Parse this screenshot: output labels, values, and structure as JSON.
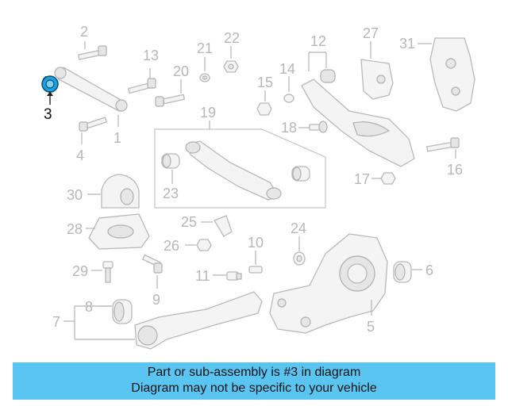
{
  "diagram": {
    "highlighted_part": "3",
    "callouts": {
      "c1": "1",
      "c2": "2",
      "c3": "3",
      "c4": "4",
      "c5": "5",
      "c6": "6",
      "c7": "7",
      "c8": "8",
      "c9": "9",
      "c10": "10",
      "c11": "11",
      "c12": "12",
      "c13": "13",
      "c14": "14",
      "c15": "15",
      "c16": "16",
      "c17": "17",
      "c18": "18",
      "c19": "19",
      "c20": "20",
      "c21": "21",
      "c22": "22",
      "c23": "23",
      "c24": "24",
      "c25": "25",
      "c26": "26",
      "c27": "27",
      "c28": "28",
      "c29": "29",
      "c30": "30",
      "c31": "31"
    }
  },
  "footer": {
    "line1": "Part or sub-assembly is #3 in diagram",
    "line2": "Diagram may not be specific to your vehicle"
  },
  "colors": {
    "banner": "#5bc5f2",
    "highlight_part": "#1aa3e0",
    "callout_gray": "#b7b7b7"
  }
}
